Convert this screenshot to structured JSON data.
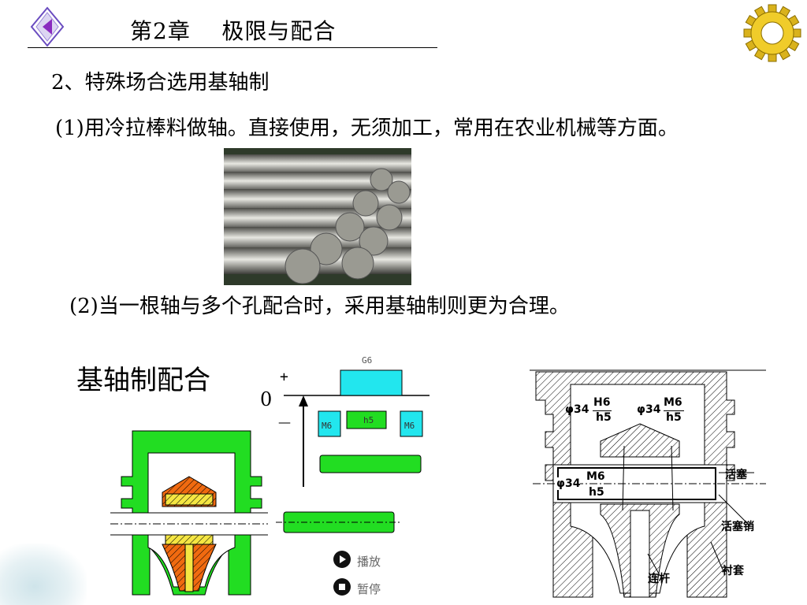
{
  "header": {
    "title": "第2章    极限与配合"
  },
  "section_heading": "2、特殊场合选用基轴制",
  "paragraph1": "(1)用冷拉棒料做轴。直接使用，无须加工，常用在农业机械等方面。",
  "paragraph2": "(2)当一根轴与多个孔配合时，采用基轴制则更为合理。",
  "diagram": {
    "title": "基轴制配合",
    "zone_labels": {
      "plus": "+",
      "zero": "0",
      "minus": "—",
      "g6": "G6",
      "m6_left": "M6",
      "h5": "h5",
      "m6_right": "M6"
    },
    "controls": {
      "play": "播放",
      "pause": "暂停"
    }
  },
  "cross_section": {
    "fit1_prefix": "φ34",
    "fit1_num": "H6",
    "fit1_den": "h5",
    "fit2_prefix": "φ34",
    "fit2_num": "M6",
    "fit2_den": "h5",
    "fit3_prefix": "φ34",
    "fit3_num": "M6",
    "fit3_den": "h5",
    "label_piston": "活塞",
    "label_pin": "活塞销",
    "label_rod": "连杆",
    "label_bushing": "衬套"
  },
  "colors": {
    "green": "#22dd22",
    "cyan": "#22e6ee",
    "orange": "#f06a10",
    "yellow": "#f5e642",
    "gear": "#e0b820"
  }
}
